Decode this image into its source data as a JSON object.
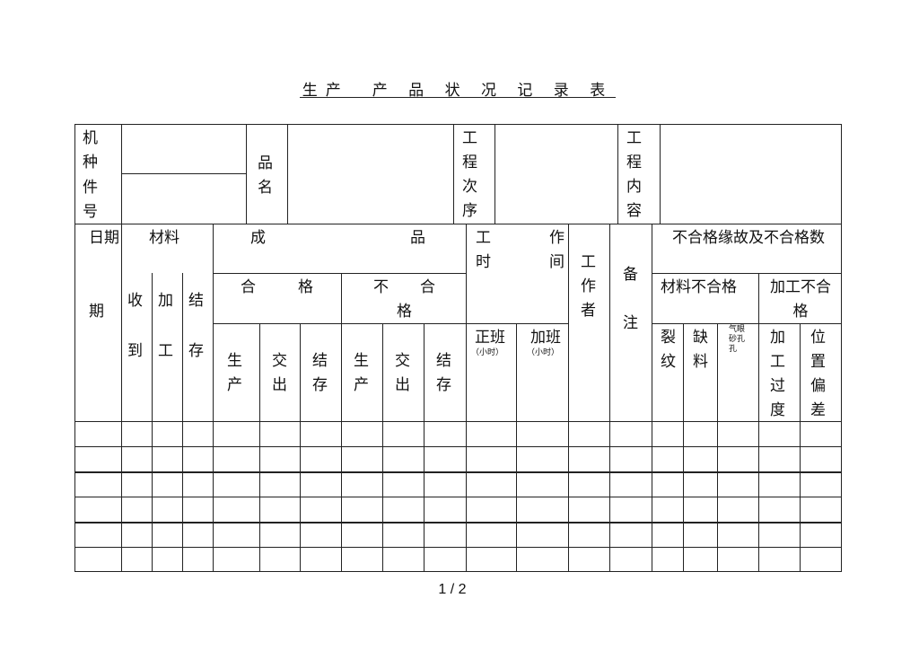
{
  "title": "生产　产 品 状 况 记 录 表",
  "header": {
    "jizhong_label": "机种",
    "jianhao_label": "件号",
    "pinming_label": "品名",
    "gongcheng_cixu_label": "工程次序",
    "gongcheng_neirong_label": "工程内容"
  },
  "columns": {
    "riqi": "日期",
    "cailiao": "材料",
    "cheng": "成",
    "pin": "品",
    "gong": "工",
    "zuo": "作",
    "shi": "时",
    "jian": "间",
    "gongzuozhe": "工作者",
    "beizhu": "备注",
    "buhege_reason": "不合格缘故及不合格数",
    "shoudao": "收到",
    "jiagong": "加工",
    "jiecun": "结存",
    "he": "合",
    "ge": "格",
    "bu": "不",
    "he2": "合",
    "ge2": "格",
    "cailiao_buhege": "材料不合格",
    "jiagong_buhege": "加工不合格",
    "shengchan": "生产",
    "jiaochu": "交出",
    "jiecun2": "结存",
    "shengchan2": "生产",
    "jiaochu2": "交出",
    "jiecun3": "结存",
    "zhengban": "正班",
    "zhengban_unit": "（小时）",
    "jiaban": "加班",
    "jiaban_unit": "（小时）",
    "liewen": "裂纹",
    "queliao": "缺料",
    "qisha_kongkong": "气眼砂孔孔",
    "jiagong_guodu": "加工过度",
    "weizhi_piancha": "位置偏差"
  },
  "pager": "1 / 2"
}
